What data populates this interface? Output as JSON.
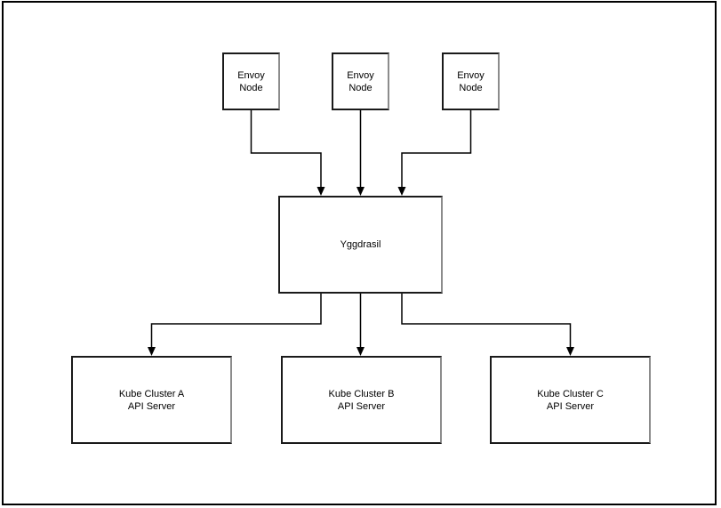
{
  "diagram": {
    "nodes": {
      "envoy1": {
        "label": "Envoy\nNode"
      },
      "envoy2": {
        "label": "Envoy\nNode"
      },
      "envoy3": {
        "label": "Envoy\nNode"
      },
      "yggdrasil": {
        "label": "Yggdrasil"
      },
      "kubeA": {
        "label": "Kube Cluster A\nAPI Server"
      },
      "kubeB": {
        "label": "Kube Cluster B\nAPI Server"
      },
      "kubeC": {
        "label": "Kube Cluster C\nAPI Server"
      }
    },
    "edges": [
      {
        "from": "envoy-node-1",
        "to": "yggdrasil"
      },
      {
        "from": "envoy-node-2",
        "to": "yggdrasil"
      },
      {
        "from": "envoy-node-3",
        "to": "yggdrasil"
      },
      {
        "from": "yggdrasil",
        "to": "kube-cluster-a-api-server"
      },
      {
        "from": "yggdrasil",
        "to": "kube-cluster-b-api-server"
      },
      {
        "from": "yggdrasil",
        "to": "kube-cluster-c-api-server"
      }
    ],
    "colors": {
      "background": "#ffffff",
      "node_border": "#1a1a1a",
      "node_border_shadow": "#8c8c8c",
      "connector": "#000000",
      "page_border": "#000000",
      "text": "#000000"
    }
  }
}
